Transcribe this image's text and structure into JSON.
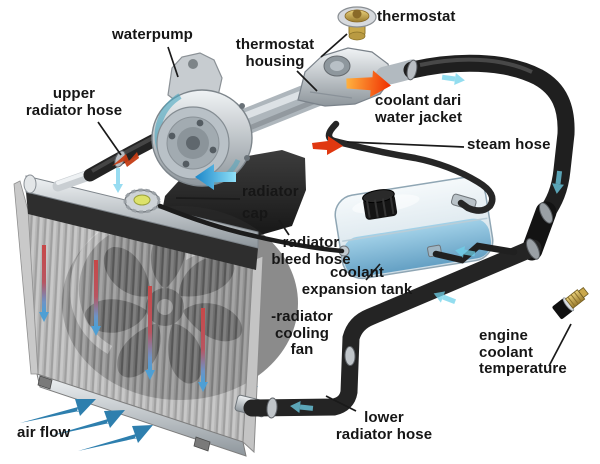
{
  "labels": {
    "waterpump": "waterpump",
    "thermostat_housing": "thermostat\nhousing",
    "thermostat": "thermostat",
    "upper_radiator_hose": "upper\nradiator hose",
    "coolant_dari_water_jacket": "coolant dari\nwater jacket",
    "steam_hose": "steam hose",
    "radiator_cap": "radiator\ncap",
    "radiator_bleed_hose": "radiator\nbleed hose",
    "coolant_expansion_tank": "coolant\nexpansion tank",
    "radiator_cooling_fan": "-radiator\ncooling\nfan",
    "air_flow": "air flow",
    "lower_radiator_hose": "lower\nradiator hose",
    "engine_coolant_temperature": "engine\ncoolant\ntemperature"
  },
  "palette": {
    "hot_flow": "#f04a00",
    "cool_flow": "#1b86c8",
    "coolant_liquid": "#74aed0",
    "air_flow_arrow": "#2e7fae",
    "hose_black": "#232323",
    "metal_silver": "#c7ccd0"
  }
}
